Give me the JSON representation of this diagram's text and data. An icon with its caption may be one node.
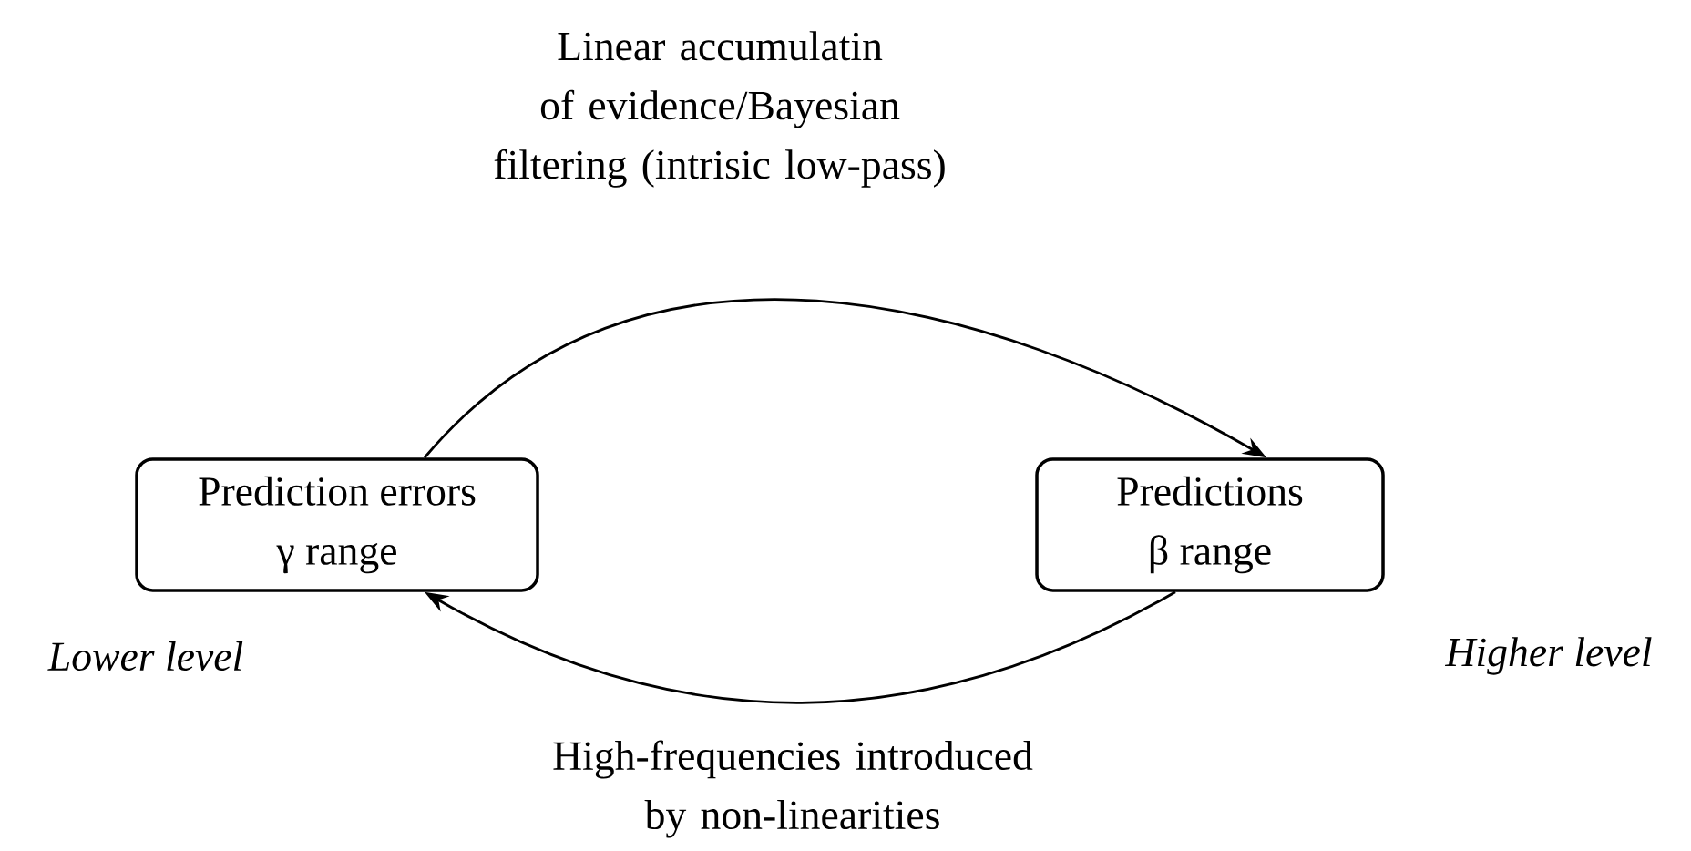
{
  "diagram": {
    "nodes": [
      {
        "text": [
          "Prediction errors",
          "γ range"
        ]
      },
      {
        "text": [
          "Predictions",
          "β range"
        ]
      }
    ],
    "edges": [
      {
        "from": 0,
        "to": 1,
        "arrow": "to",
        "label": "Linear accumulatin of evidence/Bayesian filtering (intrisic low-pass)"
      },
      {
        "from": 1,
        "to": 0,
        "arrow": "to",
        "label": "High-frequencies introduced by non-linearities"
      }
    ],
    "labels": [
      "*Lower level*",
      "*Higher level*"
    ]
  }
}
